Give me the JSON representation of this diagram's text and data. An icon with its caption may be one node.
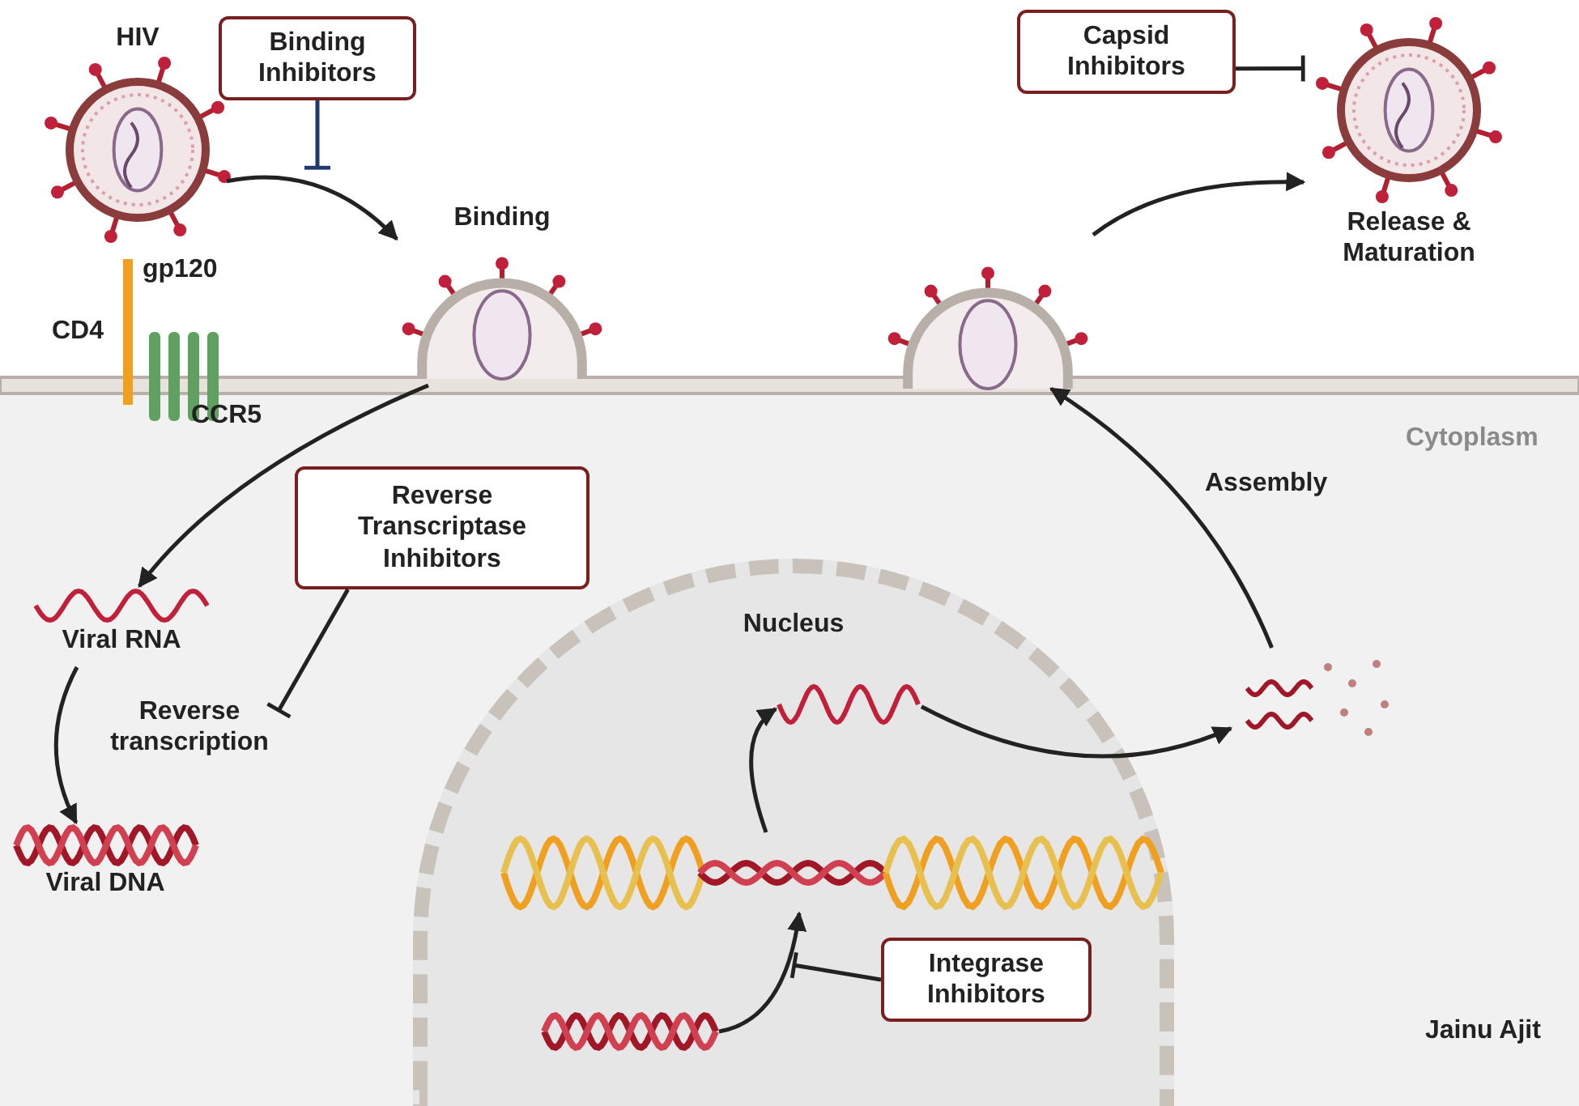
{
  "diagram": {
    "nodes": [
      {
        "text": [
          "HIV"
        ]
      },
      {
        "text": [
          "Binding Inhibitors"
        ]
      },
      {
        "text": [
          "Binding"
        ]
      },
      {
        "text": [
          "Reverse Transcriptase Inhibitors"
        ]
      },
      {
        "text": [
          "Viral RNA"
        ]
      },
      {
        "text": [
          "Viral DNA"
        ]
      },
      {
        "text": [
          "Reverse transcription"
        ]
      },
      {
        "text": [
          "Nucleus"
        ]
      },
      {
        "text": [],
        "shape": "picture",
        "in": 7
      },
      {
        "text": [],
        "shape": "picture",
        "in": 7
      },
      {
        "text": [],
        "shape": "picture",
        "in": 7
      },
      {
        "text": [
          "Integrase Inhibitors"
        ],
        "in": 7
      },
      {
        "text": [],
        "shape": "picture"
      },
      {
        "text": [],
        "shape": "picture"
      },
      {
        "text": [
          "Release & Maturation"
        ]
      },
      {
        "text": [
          "Capsid Inhibitors"
        ]
      }
    ],
    "edges": [
      {
        "from": 0,
        "to": 2,
        "arrow": "to"
      },
      {
        "from": 1,
        "to": null,
        "arrow": "other",
        "color": "#1f3a6e"
      },
      {
        "from": 2,
        "to": 4,
        "arrow": "to"
      },
      {
        "from": 3,
        "to": 6,
        "arrow": "other"
      },
      {
        "from": 4,
        "to": 5,
        "arrow": "to"
      },
      {
        "from": 8,
        "to": 9,
        "arrow": "to"
      },
      {
        "from": 11,
        "to": null,
        "arrow": "other"
      },
      {
        "from": 9,
        "to": 10,
        "arrow": "to"
      },
      {
        "from": 10,
        "to": 12,
        "arrow": "to"
      },
      {
        "from": 12,
        "to": 13,
        "arrow": "to",
        "label": "Assembly"
      },
      {
        "from": 13,
        "to": 14,
        "arrow": "to"
      },
      {
        "from": 15,
        "to": 14,
        "arrow": "other"
      }
    ],
    "labels": [
      "gp120",
      "CD4",
      "CCR5",
      "Cytoplasm",
      "Jainu Ajit"
    ]
  }
}
